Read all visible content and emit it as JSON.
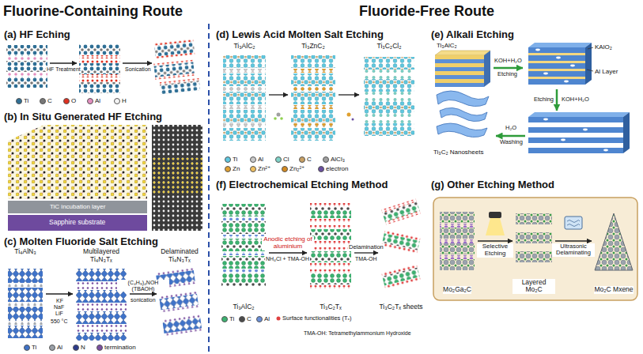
{
  "diagram": {
    "nodes": [
      {
        "text": [
          "(a) HF Eching"
        ]
      },
      {
        "text": [
          "(b) In Situ Generated HF Etching"
        ]
      },
      {
        "text": [
          "(c) Molten Fluoride Salt Etching"
        ]
      },
      {
        "text": [
          "Ti₄AlN₃"
        ],
        "in": 2
      },
      {
        "text": [
          "Multilayered Ti₄N₃Tₓ"
        ],
        "in": 2
      },
      {
        "text": [
          "Delaminated Ti₄N₃Tₓ"
        ],
        "in": 2
      },
      {
        "text": [
          "(d) Lewis Acid Molten Salt Etching"
        ]
      },
      {
        "text": [
          "Ti₃AlC₂"
        ],
        "in": 6
      },
      {
        "text": [
          "Ti₃ZnC₂"
        ],
        "in": 6
      },
      {
        "text": [
          "Ti₃C₂Cl₂"
        ],
        "in": 6
      },
      {
        "text": [
          "(e) Alkali Etching"
        ]
      },
      {
        "text": [
          "(f) Electrochemical Etching Method"
        ]
      },
      {
        "text": [
          "Ti₃AlC₂"
        ],
        "in": 11
      },
      {
        "text": [
          "Ti₃C₂Tₓ"
        ],
        "in": 11
      },
      {
        "text": [
          "Ti₃C₂Tₓ sheets"
        ],
        "in": 11
      },
      {
        "text": [
          "(g) Other Etching Method"
        ]
      },
      {
        "text": [
          "Mo₂Ga₂C"
        ],
        "in": 15
      },
      {
        "text": [
          "Layered Mo₂C"
        ],
        "in": 15
      },
      {
        "text": [
          "Mo₂C Mxene"
        ],
        "in": 15
      }
    ],
    "edges": [
      {
        "from": 3,
        "to": 4,
        "arrow": "to"
      },
      {
        "from": 4,
        "to": 5,
        "label": "(C₄H₉)₄NOH (TBAOH)",
        "arrow": "to"
      },
      {
        "from": 7,
        "to": 8,
        "arrow": "to"
      },
      {
        "from": 8,
        "to": 9,
        "arrow": "to"
      },
      {
        "from": 12,
        "to": 13,
        "label": "Anodic etching of aluminium",
        "arrow": "to"
      },
      {
        "from": 13,
        "to": 14,
        "label": "Delamination",
        "arrow": "to"
      },
      {
        "from": 16,
        "to": 17,
        "label": "Selective Etching",
        "arrow": "to"
      },
      {
        "from": 17,
        "to": 18,
        "label": "Ultrasonic Delaminating",
        "arrow": "to"
      }
    ],
    "labels": [
      "Fluorine-Containing Route",
      "Fluoride-Free Route",
      "HF Treatment",
      "Sonication",
      "TiC incubation layer",
      "Sapphire substrate",
      "KF",
      "NaF",
      "LiF",
      "550 °C",
      "sonication",
      "Ti₃AlC₂",
      "KOH+H₂O",
      "Etching",
      "KAlO₂",
      "Al Layer",
      "Etching",
      "KOH+H₂O",
      "H₂O",
      "Washing",
      "Ti₃C₂ Nanosheets",
      "NH₄Cl + TMA-OH",
      "TMA-OH",
      "Surface functionalities (Tₓ)",
      "TMA-OH: Tetramethylammonium Hydroxide"
    ],
    "legend": [
      {
        "text": "Ti",
        "color": "#2f6f95"
      },
      {
        "text": "C",
        "color": "#777777"
      },
      {
        "text": "O",
        "color": "#e03020"
      },
      {
        "text": "Al",
        "color": "#e38fbf"
      },
      {
        "text": "H",
        "color": "#f4f4f4"
      },
      {
        "text": "Ti",
        "color": "#3f73c9"
      },
      {
        "text": "Al",
        "color": "#9aa0a8"
      },
      {
        "text": "N",
        "color": "#2b3a8c"
      },
      {
        "text": "termination",
        "color": "#7b4fa0"
      },
      {
        "text": "Ti",
        "color": "#5fc8e0"
      },
      {
        "text": "Al",
        "color": "#c9c9c9"
      },
      {
        "text": "Cl",
        "color": "#7fd3c8"
      },
      {
        "text": "C",
        "color": "#c8a064"
      },
      {
        "text": "AlCl₃",
        "color": "#a0a0a0"
      },
      {
        "text": "Zn",
        "color": "#e0a030"
      },
      {
        "text": "Zn²⁺",
        "color": "#f0c060"
      },
      {
        "text": "Zn₂²⁺",
        "color": "#d48a20"
      },
      {
        "text": "electron",
        "color": "#6a4fa0"
      },
      {
        "text": "Ti",
        "color": "#3cb371"
      },
      {
        "text": "C",
        "color": "#4a4a4a"
      },
      {
        "text": "Al",
        "color": "#6a8fd8"
      }
    ]
  }
}
